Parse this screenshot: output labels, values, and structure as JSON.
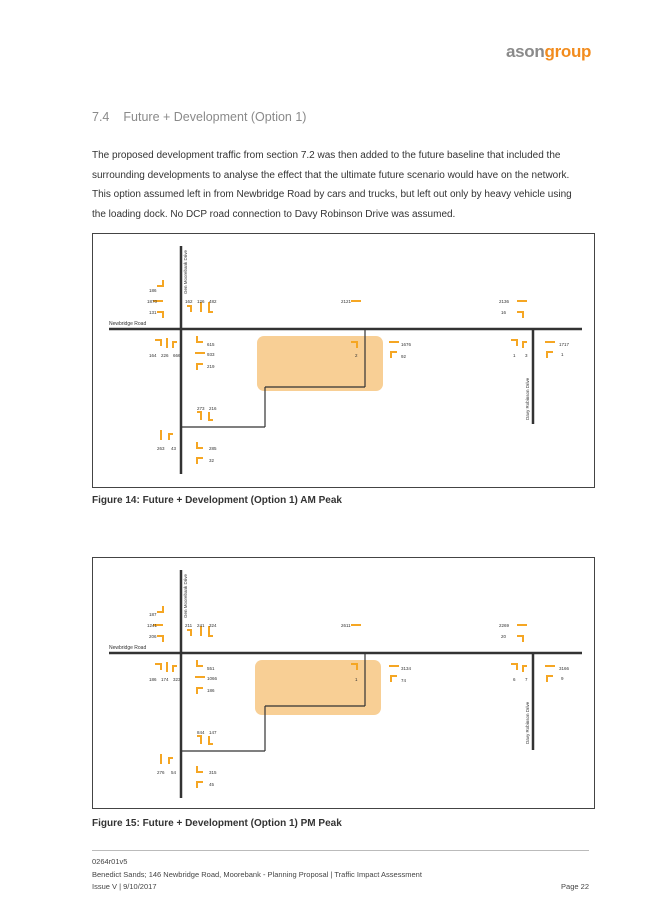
{
  "logo": {
    "part1": "ason",
    "part2": "group"
  },
  "section": {
    "number": "7.4",
    "title": "Future + Development (Option 1)"
  },
  "paragraph": "The proposed development traffic from section 7.2 was then added to the future baseline that included the surrounding developments to analyse the effect that the ultimate future scenario would have on the network. This option assumed left in from Newbridge Road by cars and trucks, but left out only by heavy vehicle using the loading dock.  No DCP road connection to Davy Robinson Drive was assumed.",
  "colors": {
    "accent": "#f5a623",
    "site_fill": "#f8cf95",
    "road": "#333333"
  },
  "figures": [
    {
      "caption": "Figure 14: Future + Development (Option 1) AM Peak",
      "road_newbridge": "Newbridge Road",
      "road_moorebank": "Gen Moorebank Drive",
      "road_davy": "Davy Robinson Drive",
      "counts": {
        "w_top": "186",
        "w_mid": "1870",
        "w_bot": "131",
        "ns_1": "162",
        "ns_2": "126",
        "ns_3": "482",
        "thru_top_mid": "2121",
        "e_top": "2136",
        "e_bot": "16",
        "sb_1": "164",
        "sb_2": "226",
        "sb_3": "666",
        "nb_1": "615",
        "nb_2": "933",
        "nb_3": "219",
        "site_1": "2",
        "site_r1": "1676",
        "site_r2": "92",
        "dv_1": "1",
        "dv_2": "3",
        "dv_r1": "1717",
        "dv_r2": "1",
        "mid_1": "273",
        "mid_2": "216",
        "low_1": "263",
        "low_2": "43",
        "low_r1": "285",
        "low_r2": "32"
      }
    },
    {
      "caption": "Figure 15: Future + Development (Option 1) PM Peak",
      "road_newbridge": "Newbridge Road",
      "road_moorebank": "Gen Moorebank Drive",
      "road_davy": "Davy Robinson Drive",
      "counts": {
        "w_top": "187",
        "w_mid": "1241",
        "w_bot": "206",
        "ns_1": "211",
        "ns_2": "241",
        "ns_3": "324",
        "thru_top_mid": "2611",
        "e_top": "2269",
        "e_bot": "20",
        "sb_1": "186",
        "sb_2": "174",
        "sb_3": "323",
        "nb_1": "551",
        "nb_2": "1066",
        "nb_3": "186",
        "site_1": "1",
        "site_r1": "3134",
        "site_r2": "74",
        "dv_1": "6",
        "dv_2": "7",
        "dv_r1": "3166",
        "dv_r2": "9",
        "mid_1": "844",
        "mid_2": "147",
        "low_1": "276",
        "low_2": "54",
        "low_r1": "315",
        "low_r2": "45"
      }
    }
  ],
  "footer": {
    "doc_ref": "0264r01v5",
    "project": "Benedict Sands; 146 Newbridge Road, Moorebank - Planning Proposal | Traffic Impact Assessment",
    "issue": "Issue V | 9/10/2017",
    "page": "Page 22"
  }
}
